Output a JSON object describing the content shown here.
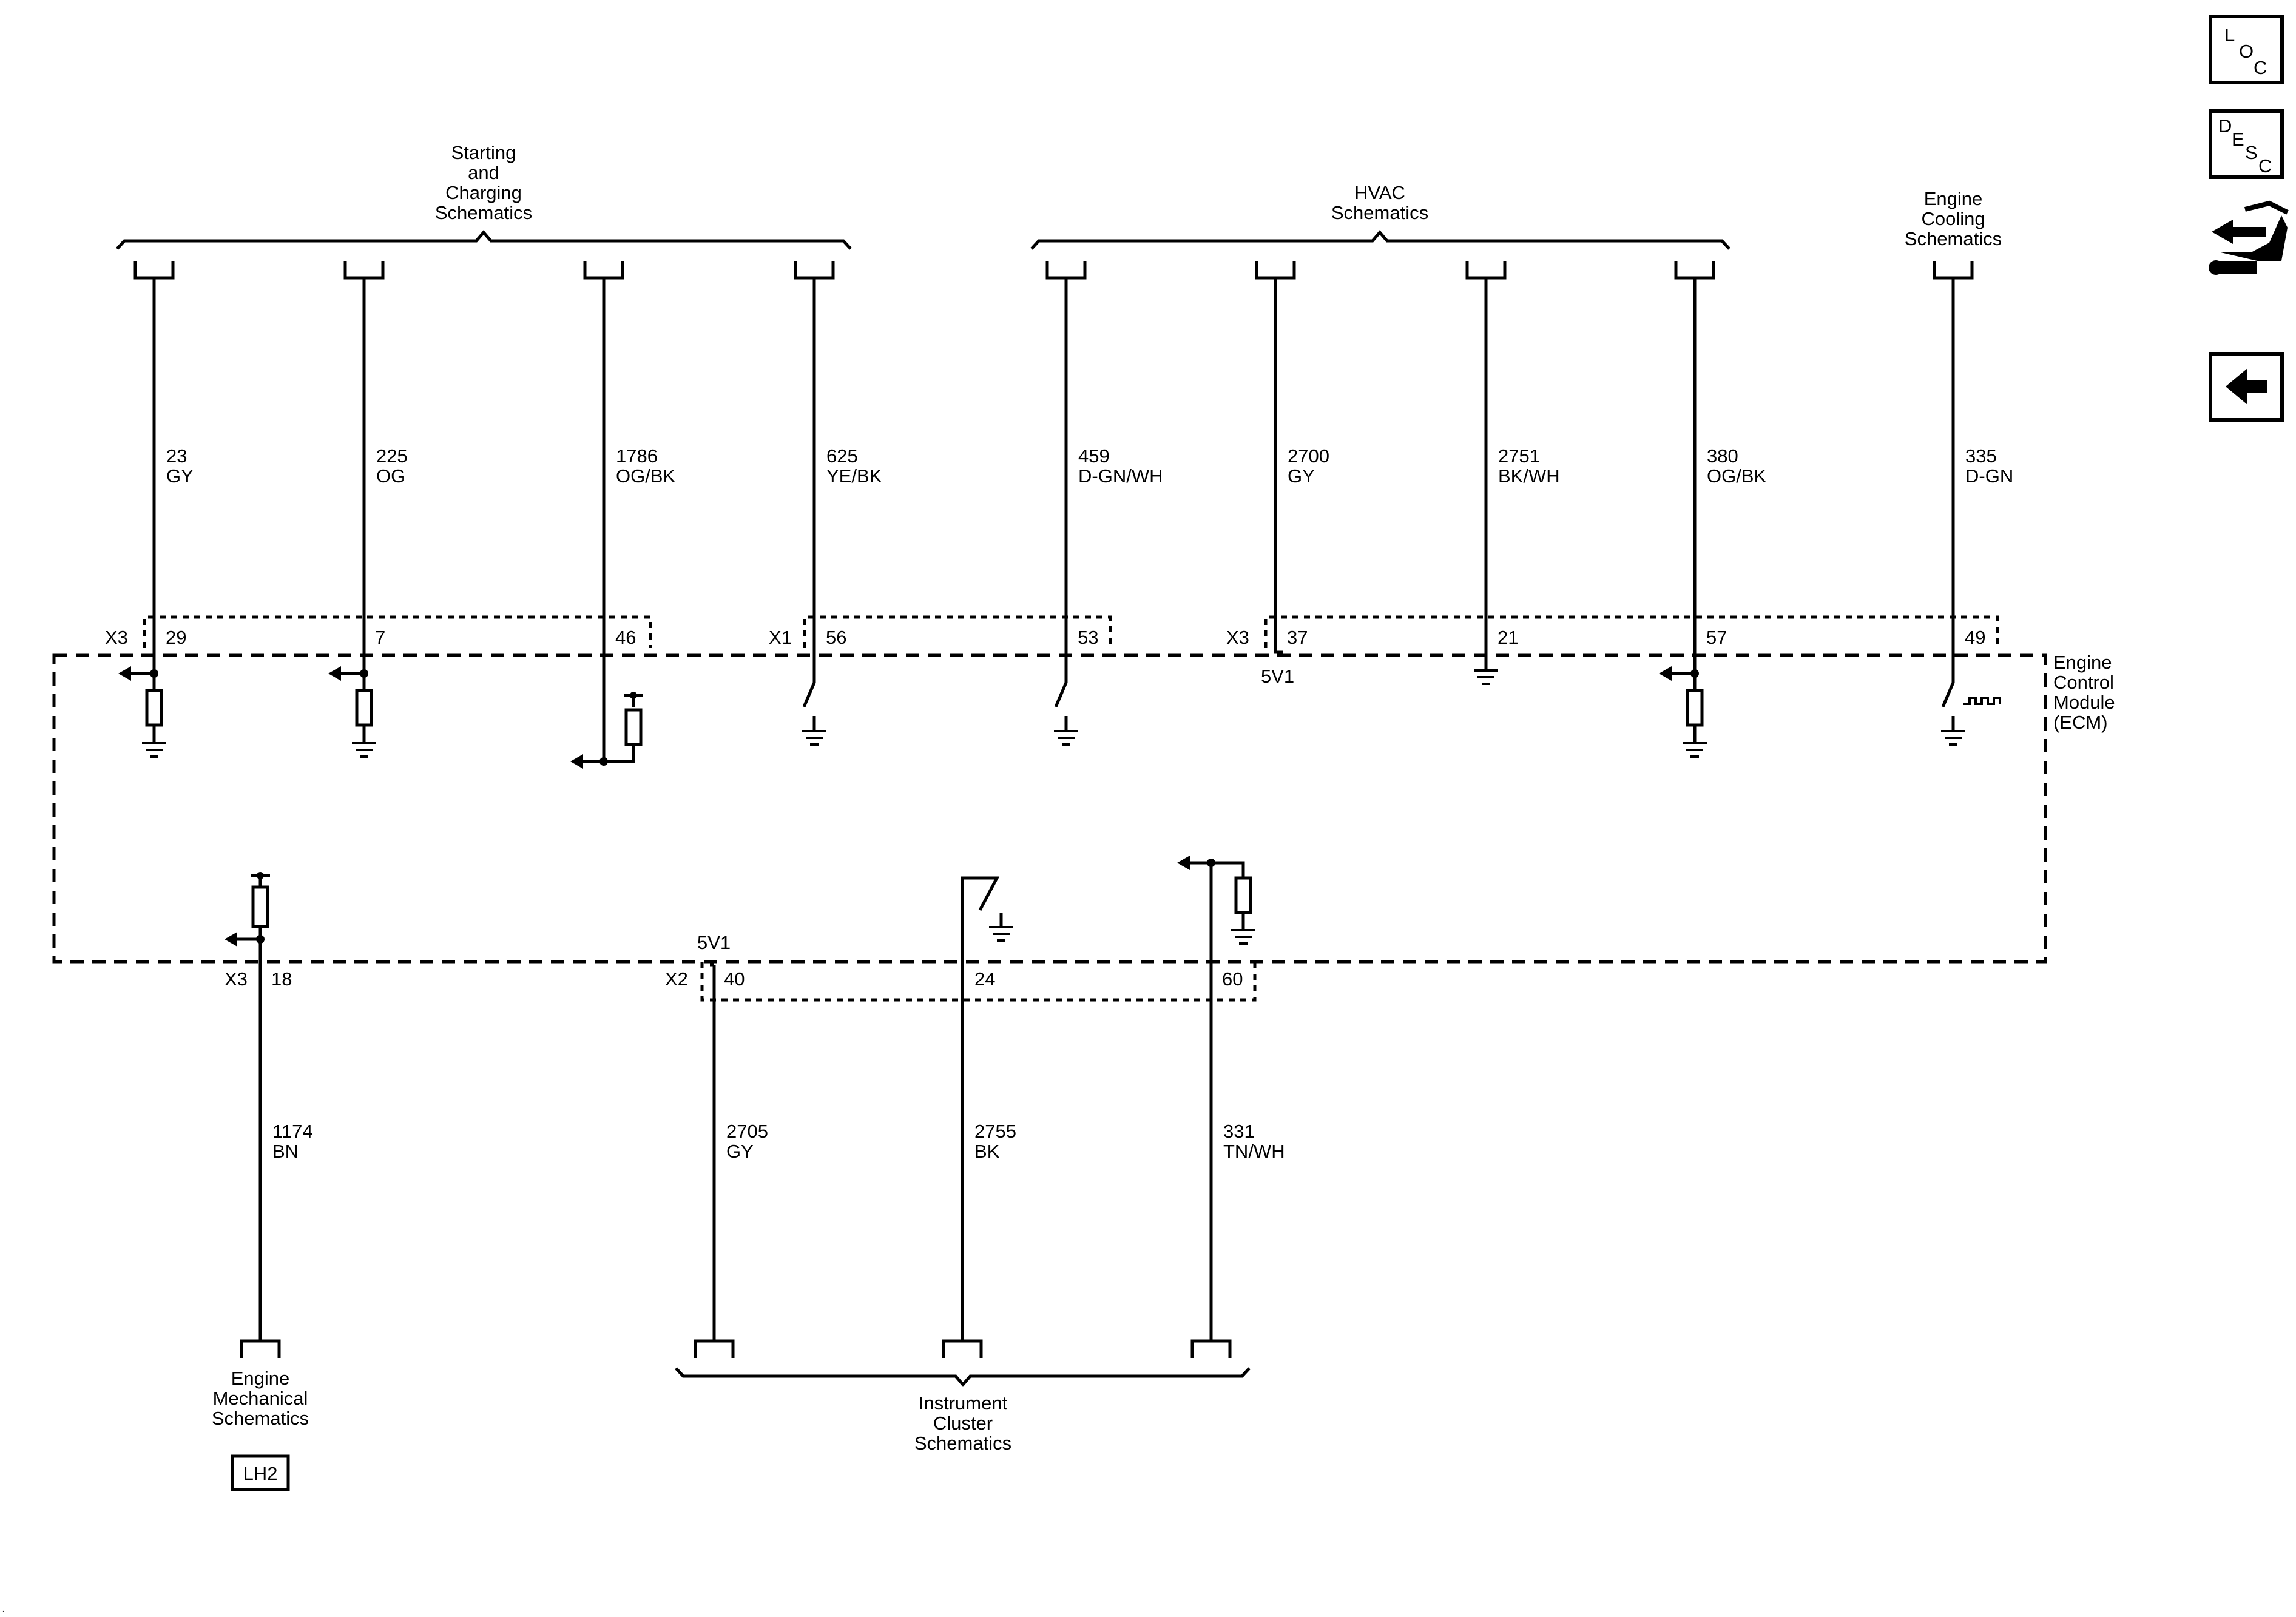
{
  "groups": {
    "starting": [
      "Starting",
      "and",
      "Charging",
      "Schematics"
    ],
    "hvac": [
      "HVAC",
      "Schematics"
    ],
    "cooling": [
      "Engine",
      "Cooling",
      "Schematics"
    ],
    "mechanical": [
      "Engine",
      "Mechanical",
      "Schematics"
    ],
    "instrument": [
      "Instrument",
      "Cluster",
      "Schematics"
    ]
  },
  "ecm_label": [
    "Engine",
    "Control",
    "Module",
    "(ECM)"
  ],
  "connectors": {
    "top_left": "X3",
    "top_mid": "X1",
    "top_right": "X3",
    "bottom_left": "X3",
    "bottom_mid": "X2"
  },
  "reference_5v": "5V1",
  "top_wires": [
    {
      "circuit": "23",
      "color": "GY",
      "pin": "29"
    },
    {
      "circuit": "225",
      "color": "OG",
      "pin": "7"
    },
    {
      "circuit": "1786",
      "color": "OG/BK",
      "pin": "46"
    },
    {
      "circuit": "625",
      "color": "YE/BK",
      "pin": "56"
    },
    {
      "circuit": "459",
      "color": "D-GN/WH",
      "pin": "53"
    },
    {
      "circuit": "2700",
      "color": "GY",
      "pin": "37"
    },
    {
      "circuit": "2751",
      "color": "BK/WH",
      "pin": "21"
    },
    {
      "circuit": "380",
      "color": "OG/BK",
      "pin": "57"
    },
    {
      "circuit": "335",
      "color": "D-GN",
      "pin": "49"
    }
  ],
  "bottom_wires": [
    {
      "circuit": "1174",
      "color": "BN",
      "pin": "18"
    },
    {
      "circuit": "2705",
      "color": "GY",
      "pin": "40"
    },
    {
      "circuit": "2755",
      "color": "BK",
      "pin": "24"
    },
    {
      "circuit": "331",
      "color": "TN/WH",
      "pin": "60"
    }
  ],
  "location_badge": "LH2",
  "sidebar": {
    "loc": {
      "l": "L",
      "o": "O",
      "c": "C"
    },
    "desc": {
      "d": "D",
      "e": "E",
      "s": "S",
      "c": "C"
    },
    "connector_icon": "connector-tool-icon",
    "back_icon": "left-arrow-icon"
  }
}
